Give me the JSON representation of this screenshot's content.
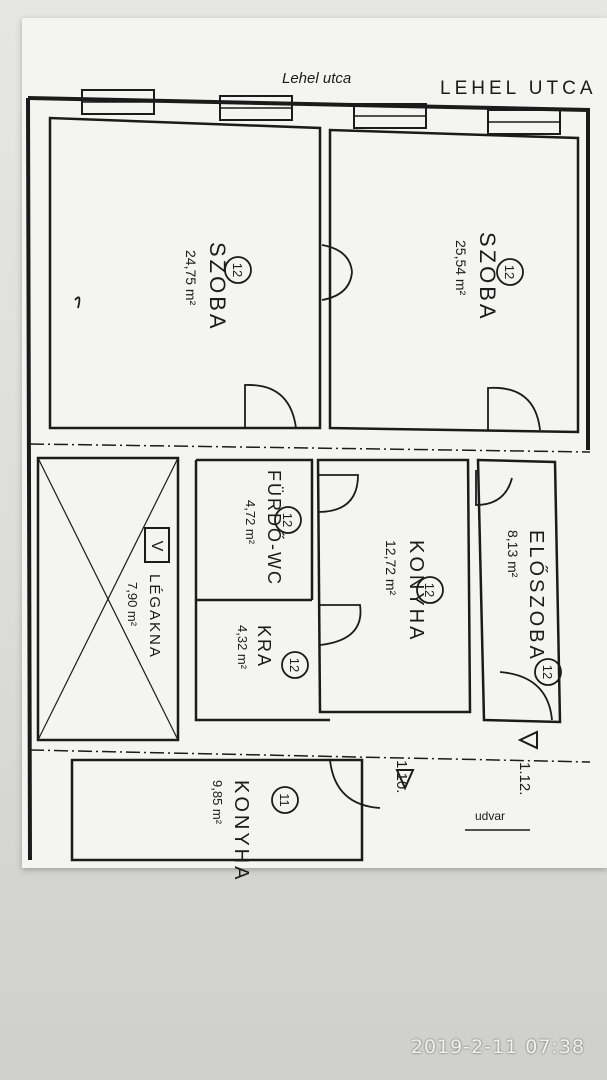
{
  "street": {
    "handwritten": "Lehel utca",
    "printed": "LEHEL UTCA"
  },
  "rooms": [
    {
      "id": "szoba-left",
      "name": "SZOBA",
      "area": "24,75 m²",
      "unit": "12"
    },
    {
      "id": "szoba-right",
      "name": "SZOBA",
      "area": "25,54 m²",
      "unit": "12"
    },
    {
      "id": "furdo",
      "name": "FÜRDŐ-WC",
      "area": "4,72 m²",
      "unit": "12"
    },
    {
      "id": "konyha-12",
      "name": "KONYHA",
      "area": "12,72 m²",
      "unit": "12"
    },
    {
      "id": "eloszoba",
      "name": "ELŐSZOBA",
      "area": "8,13 m²",
      "unit": "12"
    },
    {
      "id": "kamra",
      "name": "KRA",
      "area": "4,32 m²",
      "unit": "12"
    },
    {
      "id": "legakna",
      "name": "LÉGAKNA",
      "area": "7,90 m²",
      "mark": "V"
    },
    {
      "id": "konyha-11",
      "name": "KONYHA",
      "area": "9,85 m²",
      "unit": "11"
    }
  ],
  "markers": [
    {
      "id": "entrance-112",
      "label": "1.12."
    },
    {
      "id": "entrance-110",
      "label": "1.10."
    }
  ],
  "courtyard": "udvar",
  "timestamp": "2019-2-11 07:38",
  "colors": {
    "ink": "#1b1b1b",
    "paper": "#f4f4f1",
    "background": "#d9d9d7"
  }
}
